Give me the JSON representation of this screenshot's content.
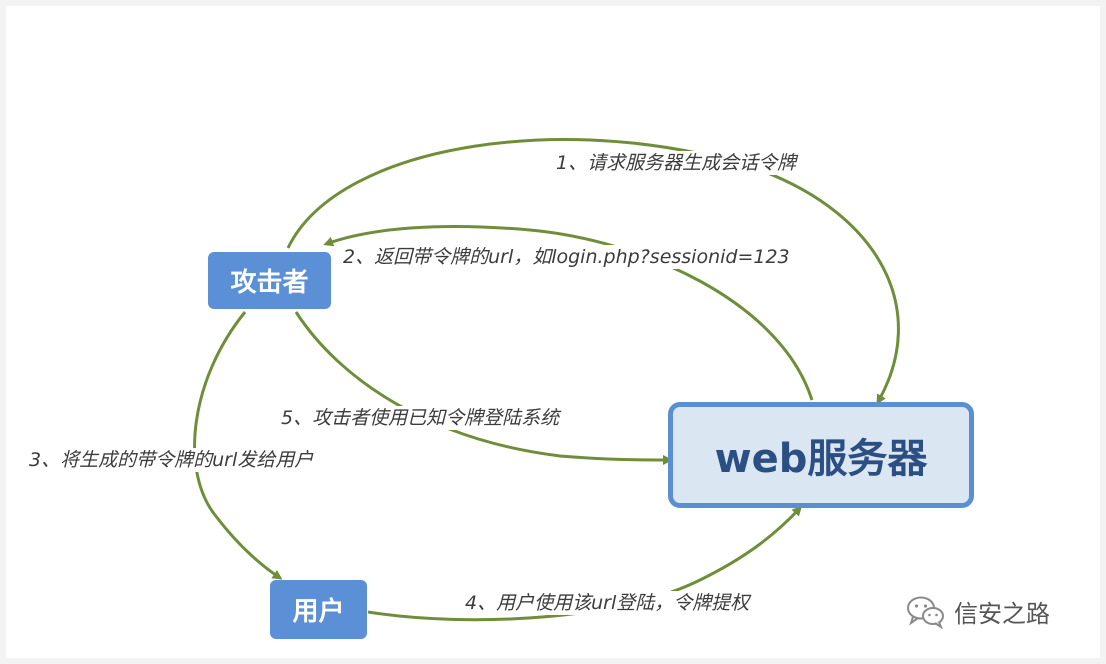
{
  "nodes": {
    "attacker": "攻击者",
    "user": "用户",
    "server": "web服务器"
  },
  "edges": {
    "step1": "1、请求服务器生成会话令牌",
    "step2": "2、返回带令牌的url，如login.php?sessionid=123",
    "step3": "3、将生成的带令牌的url发给用户",
    "step4": "4、用户使用该url登陆，令牌提权",
    "step5": "5、攻击者使用已知令牌登陆系统"
  },
  "watermark": {
    "text": "信安之路",
    "icon": "wechat-icon"
  },
  "colors": {
    "arrow": "#6f8e3a",
    "node_fill": "#5b8fd6",
    "server_fill": "#dbe6f3",
    "server_border": "#5a90d2",
    "server_text": "#2b4f82"
  }
}
